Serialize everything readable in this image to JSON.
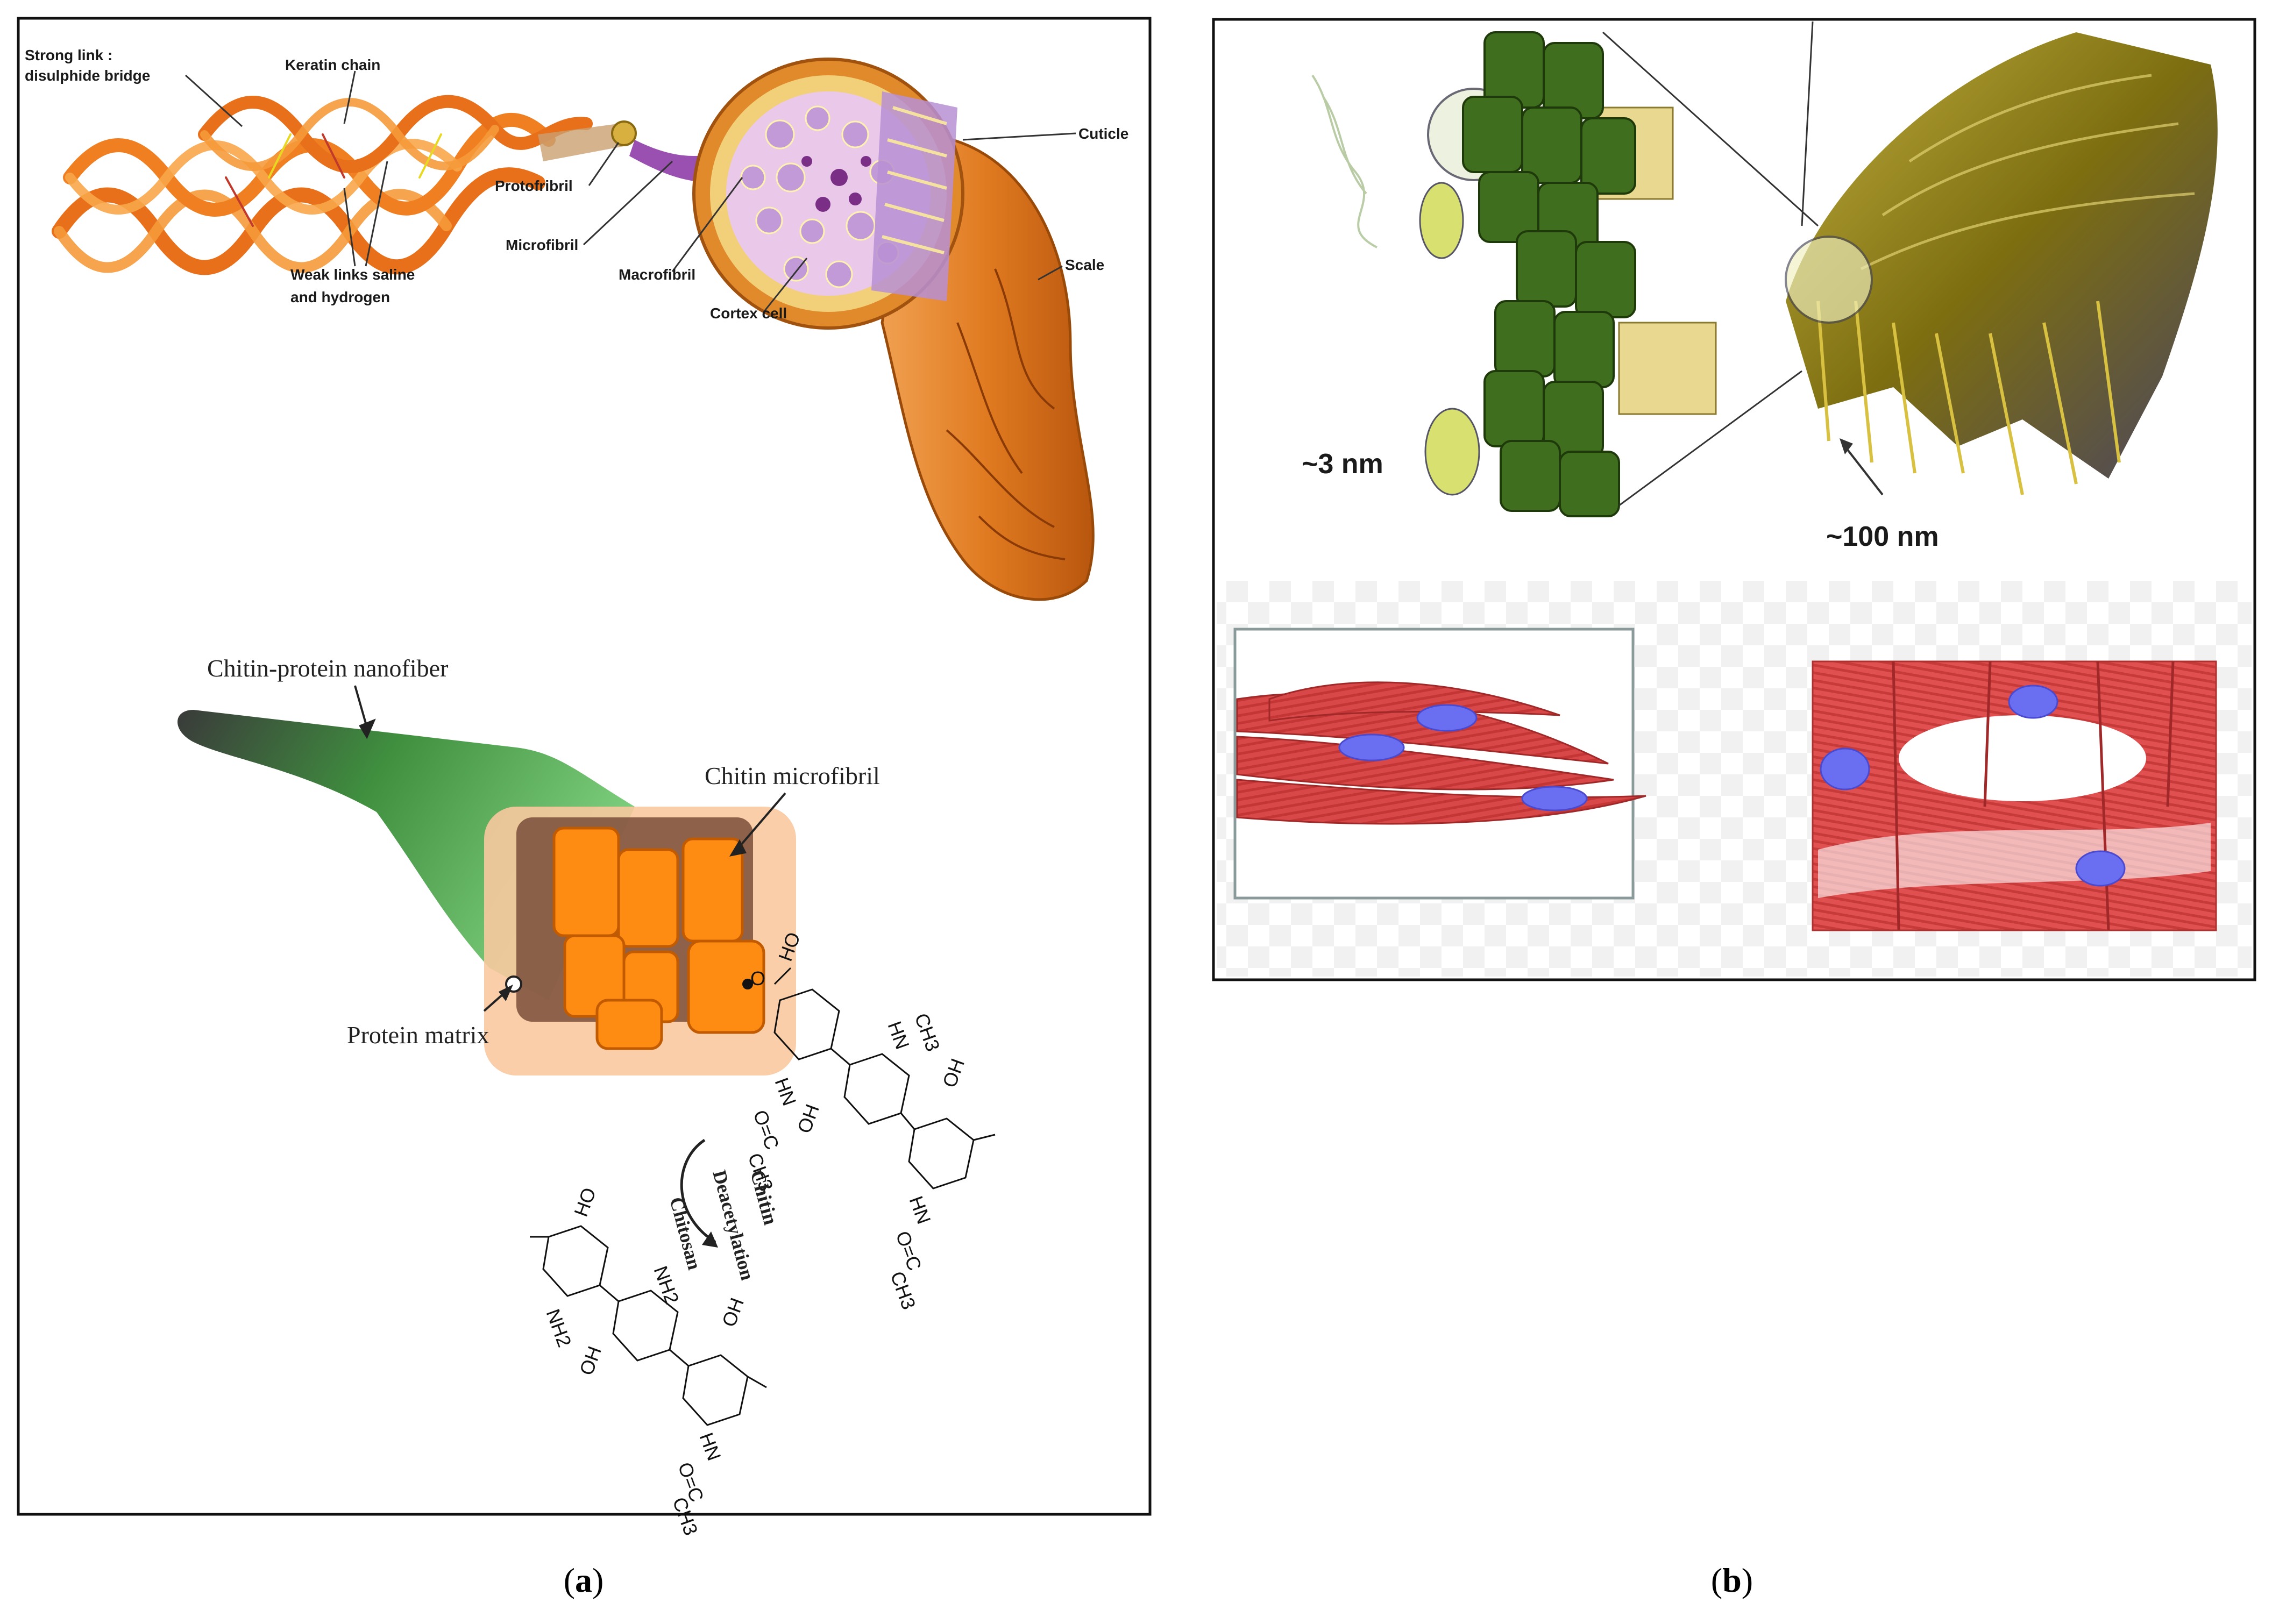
{
  "panel_a": {
    "caption_letter": "a",
    "hair_labels": {
      "strong_link_1": "Strong link :",
      "strong_link_2": "disulphide bridge",
      "keratin_chain": "Keratin chain",
      "protofibril": "Protofribril",
      "microfibril": "Microfibril",
      "macrofibril": "Macrofibril",
      "cortex_cell": "Cortex cell",
      "cuticle": "Cuticle",
      "scale": "Scale",
      "weak_links_1": "Weak links saline",
      "weak_links_2": "and hydrogen"
    },
    "chitin_labels": {
      "nanofiber": "Chitin-protein nanofiber",
      "microfibril": "Chitin microfibril",
      "protein_matrix": "Protein matrix",
      "chitin": "Chitin",
      "deacetylation": "Deacetylation",
      "chitosan": "Chitosan"
    },
    "chem_groups": {
      "ho": "HO",
      "oh": "OH",
      "hn": "HN",
      "nh2": "NH2",
      "ch3": "CH3",
      "oc": "O=C",
      "ring_o": "O"
    }
  },
  "panel_b": {
    "caption_letter": "b",
    "scale_small": "~3 nm",
    "scale_large": "~100 nm"
  },
  "colors": {
    "keratin_orange": "#f07a1c",
    "fibril_purple": "#b79ad6",
    "nanofiber_green": "#4aa04a",
    "microfibril_orange": "#ff8c10",
    "matrix_peach": "#f7c79c",
    "collagen_green": "#3f6e1f",
    "fiber_gold": "#9c8a1a",
    "muscle_red": "#d94a4a",
    "nucleus_blue": "#6a6ef0"
  }
}
